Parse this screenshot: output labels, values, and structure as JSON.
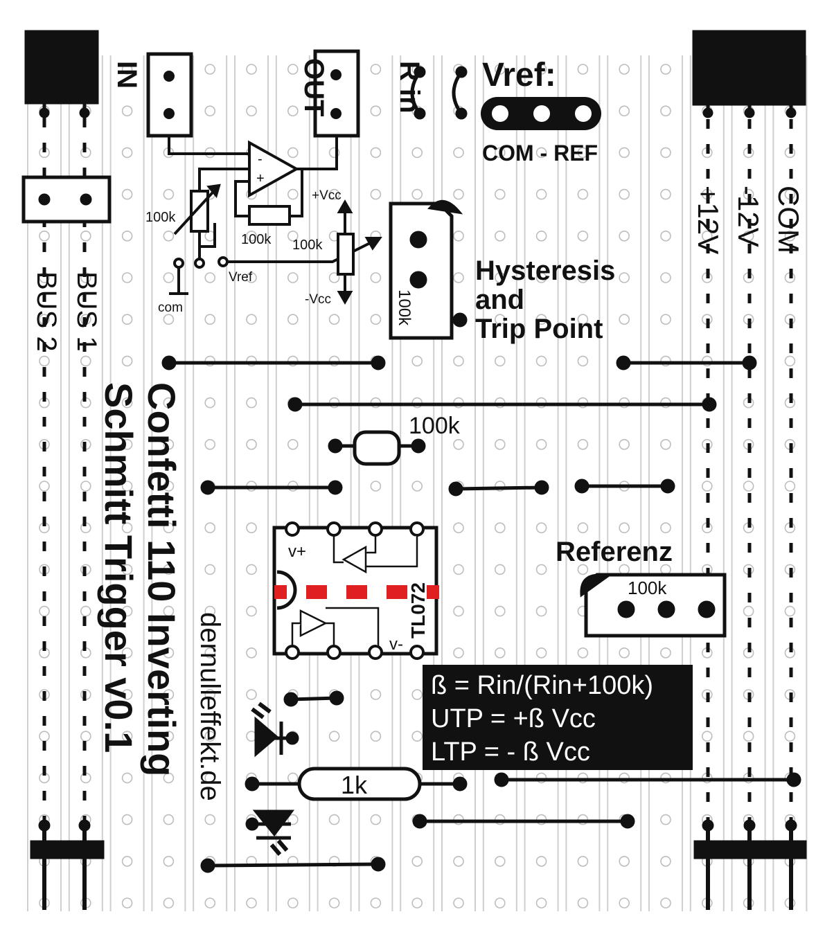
{
  "colors": {
    "ink": "#111111",
    "strip": "#cfcfcf",
    "hole": "#bdbdbd",
    "cut": "#e02020",
    "paper": "#ffffff"
  },
  "title": {
    "line1": "Confetti 110 Inverting",
    "line2": "Schmitt Trigger v0.1",
    "website": "dernulleffekt.de"
  },
  "bus": {
    "bus1": "BUS 1",
    "bus2": "BUS 2"
  },
  "power": {
    "plus12": "+12V",
    "minus12": "-12V",
    "com": "COM"
  },
  "connectors": {
    "in": "IN",
    "out": "OUT",
    "rin": "R in",
    "vref_title": "Vref:",
    "vref_sub": "COM - REF"
  },
  "schematic": {
    "r_pot": "100k",
    "r_fb": "100k",
    "pot_ref": "100k",
    "vcc_plus": "+Vcc",
    "vcc_minus": "-Vcc",
    "vref": "Vref",
    "com": "com",
    "minus": "-",
    "plus": "+"
  },
  "hysteresis": {
    "line1": "Hysteresis",
    "line2": "and",
    "line3": "Trip Point",
    "pot_value": "100k"
  },
  "components": {
    "resistor_100k": "100k",
    "resistor_1k": "1k",
    "ic_name": "TL072",
    "ic_vplus": "v+",
    "ic_vminus": "v-",
    "referenz": "Referenz",
    "referenz_value": "100k"
  },
  "formula": {
    "line1": "ß = Rin/(Rin+100k)",
    "line2": "UTP = +ß Vcc",
    "line3": "LTP  = - ß Vcc"
  }
}
